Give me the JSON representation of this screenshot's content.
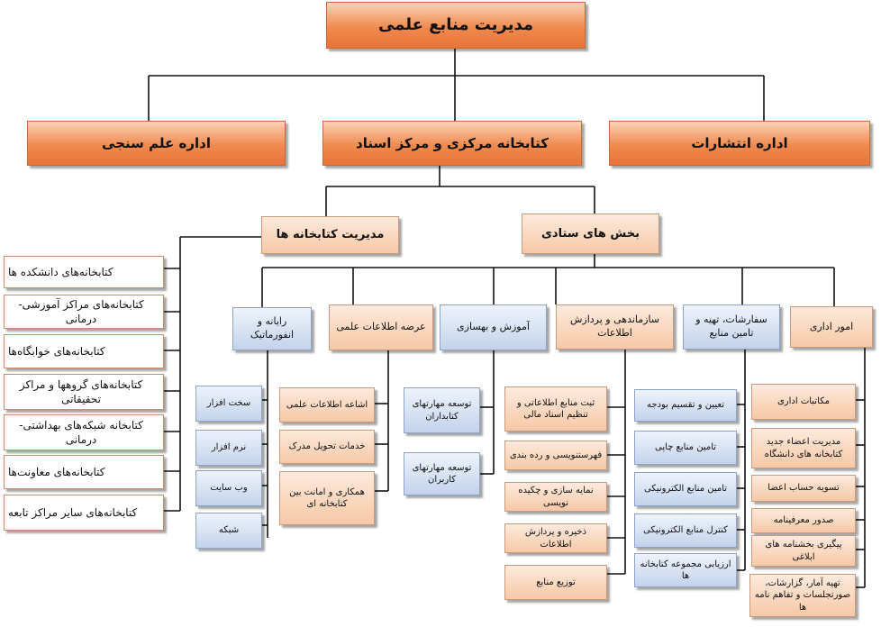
{
  "top": {
    "title": "مدیریت منابع علمی"
  },
  "level1": {
    "scientometrics": "اداره علم سنجی",
    "central_library": "کتابخانه مرکزی و مرکز اسناد",
    "publications": "اداره انتشارات"
  },
  "level2": {
    "library_management": "مدیریت کتابخانه ها",
    "staff_sections": "بخش های ستادی"
  },
  "libraries": [
    "کتابخانه‌های  دانشکده ها",
    "کتابخانه‌های  مراکز آموزشی- درمانی",
    "کتابخانه‌های خوابگاه‌ها",
    "کتابخانه‌های گروهها و مراکز تحقیقاتی",
    "کتابخانه شبکه‌های بهداشتی- درمانی",
    "کتابخانه‌های معاونت‌ها",
    "کتابخانه‌های سایر مراکز تابعه"
  ],
  "departments": {
    "it": "رایانه و انفورماتیک",
    "info_supply": "عرضه اطلاعات علمی",
    "training": "آموزش و بهسازی",
    "organization": "سازماندهی و پردازش اطلاعات",
    "orders": "سفارشات، تهیه و تامین منابع",
    "admin": "امور اداری"
  },
  "it_items": [
    "سخت افزار",
    "نرم افزار",
    "وب سایت",
    "شبکه"
  ],
  "info_items": [
    "اشاعه اطلاعات علمی",
    "خدمات تحویل مدرک",
    "همکاری و امانت بین کتابخانه ای"
  ],
  "training_items": [
    "توسعه مهارتهای کتابداران",
    "توسعه مهارتهای کاربران"
  ],
  "organization_items": [
    "ثبت منابع اطلاعاتی و تنظیم اسناد مالی",
    "فهرستنویسی و رده بندی",
    "نمایه سازی و چکیده نویسی",
    "ذخیره و پردازش اطلاعات",
    "توزیع منابع"
  ],
  "orders_items": [
    "تعیین و تقسیم بودجه",
    "تامین منابع چاپی",
    "تامین منابع الکترونیکی",
    "کنترل منابع الکترونیکی",
    "ارزیابی مجموعه کتابخانه ها"
  ],
  "admin_items": [
    "مکاتبات اداری",
    "مدیریت اعضاء جدید کتابخانه های دانشگاه",
    "تسویه حساب اعضا",
    "صدور معرفینامه",
    "پیگیری بخشنامه های ابلاغی",
    "تهیه آمار، گزارشات، صورتجلسات و تفاهم نامه ها"
  ]
}
